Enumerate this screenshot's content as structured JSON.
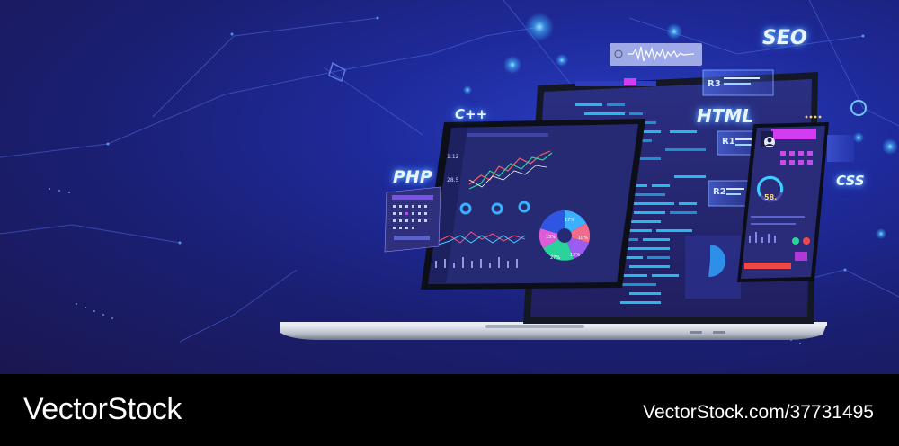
{
  "labels": {
    "seo": "SEO",
    "cpp": "C++",
    "html": "HTML",
    "php": "PHP",
    "css": "CSS"
  },
  "tags": {
    "r1": "R1",
    "r2": "R2",
    "r3": "R3"
  },
  "tablet": {
    "time_1": "1:12",
    "time_2": "28.5",
    "pie_labels": [
      "17%",
      "15%",
      "10%",
      "27%",
      "12%"
    ]
  },
  "phone": {
    "gauge_value": "58."
  },
  "footer": {
    "brand": "VectorStock",
    "stock_id": "VectorStock.com/37731495"
  },
  "colors": {
    "background": "#1e2a9a",
    "code_line": "#27b8e8",
    "accent_magenta": "#d33cf0",
    "accent_cyan": "#34d1ff",
    "footer": "#000000"
  }
}
